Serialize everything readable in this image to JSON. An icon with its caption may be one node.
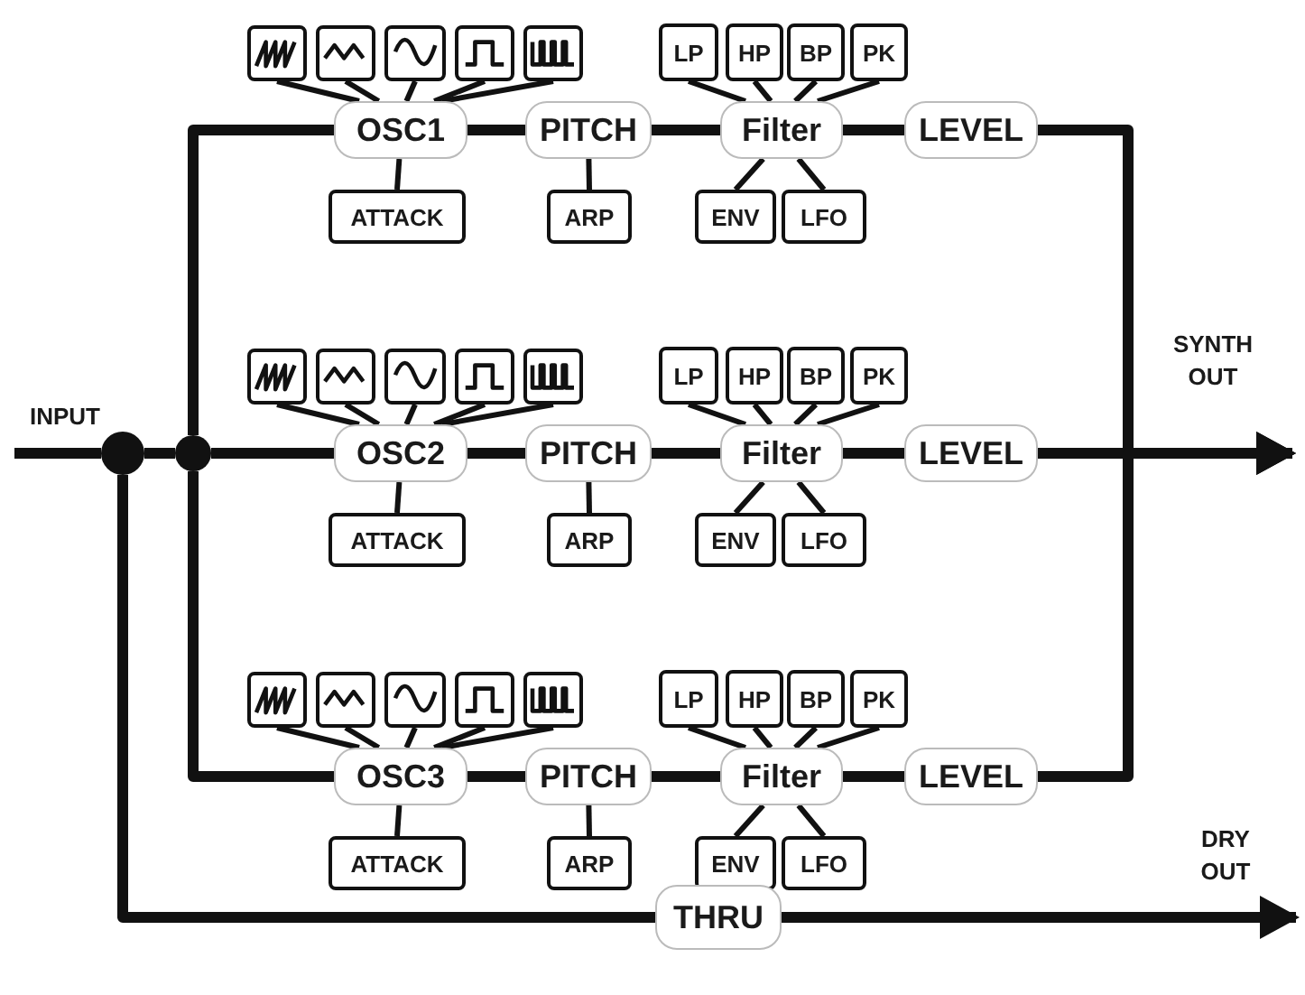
{
  "diagram": {
    "nodes": [
      {
        "text": [],
        "shape": "picture"
      },
      {
        "text": [],
        "shape": "picture"
      },
      {
        "text": [],
        "shape": "picture"
      },
      {
        "text": [],
        "shape": "picture"
      },
      {
        "text": [],
        "shape": "picture"
      },
      {
        "text": [
          "LP"
        ]
      },
      {
        "text": [
          "HP"
        ]
      },
      {
        "text": [
          "BP"
        ]
      },
      {
        "text": [
          "PK"
        ]
      },
      {
        "text": [
          "OSC1"
        ]
      },
      {
        "text": [
          "PITCH"
        ]
      },
      {
        "text": [
          "Filter"
        ]
      },
      {
        "text": [
          "LEVEL"
        ]
      },
      {
        "text": [
          "ATTACK"
        ]
      },
      {
        "text": [
          "ARP"
        ]
      },
      {
        "text": [
          "ENV"
        ]
      },
      {
        "text": [
          "LFO"
        ]
      },
      {
        "text": [],
        "shape": "picture"
      },
      {
        "text": [],
        "shape": "picture"
      },
      {
        "text": [],
        "shape": "picture"
      },
      {
        "text": [],
        "shape": "picture"
      },
      {
        "text": [],
        "shape": "picture"
      },
      {
        "text": [
          "LP"
        ]
      },
      {
        "text": [
          "HP"
        ]
      },
      {
        "text": [
          "BP"
        ]
      },
      {
        "text": [
          "PK"
        ]
      },
      {
        "text": [
          "OSC2"
        ]
      },
      {
        "text": [
          "PITCH"
        ]
      },
      {
        "text": [
          "Filter"
        ]
      },
      {
        "text": [
          "LEVEL"
        ]
      },
      {
        "text": [
          "ATTACK"
        ]
      },
      {
        "text": [
          "ARP"
        ]
      },
      {
        "text": [
          "ENV"
        ]
      },
      {
        "text": [
          "LFO"
        ]
      },
      {
        "text": [],
        "shape": "picture"
      },
      {
        "text": [],
        "shape": "picture"
      },
      {
        "text": [],
        "shape": "picture"
      },
      {
        "text": [],
        "shape": "picture"
      },
      {
        "text": [],
        "shape": "picture"
      },
      {
        "text": [
          "LP"
        ]
      },
      {
        "text": [
          "HP"
        ]
      },
      {
        "text": [
          "BP"
        ]
      },
      {
        "text": [
          "PK"
        ]
      },
      {
        "text": [
          "OSC3"
        ]
      },
      {
        "text": [
          "PITCH"
        ]
      },
      {
        "text": [
          "Filter"
        ]
      },
      {
        "text": [
          "LEVEL"
        ]
      },
      {
        "text": [
          "ATTACK"
        ]
      },
      {
        "text": [
          "ARP"
        ]
      },
      {
        "text": [
          "ENV"
        ]
      },
      {
        "text": [
          "LFO"
        ]
      },
      {
        "text": [],
        "shape": "circle"
      },
      {
        "text": [],
        "shape": "circle"
      },
      {
        "text": [
          "THRU"
        ]
      }
    ],
    "edges": [
      {
        "from": 9,
        "to": 10,
        "arrow": "none",
        "style": "thick"
      },
      {
        "from": 10,
        "to": 11,
        "arrow": "none",
        "style": "thick"
      },
      {
        "from": 11,
        "to": 12,
        "arrow": "none",
        "style": "thick"
      },
      {
        "from": 12,
        "to": null,
        "arrow": "to",
        "style": "thick"
      },
      {
        "from": 0,
        "to": 9,
        "arrow": "none"
      },
      {
        "from": 1,
        "to": 9,
        "arrow": "none"
      },
      {
        "from": 2,
        "to": 9,
        "arrow": "none"
      },
      {
        "from": 3,
        "to": 9,
        "arrow": "none"
      },
      {
        "from": 4,
        "to": 9,
        "arrow": "none"
      },
      {
        "from": 13,
        "to": 9,
        "arrow": "none"
      },
      {
        "from": 14,
        "to": 10,
        "arrow": "none"
      },
      {
        "from": 5,
        "to": 11,
        "arrow": "none"
      },
      {
        "from": 6,
        "to": 11,
        "arrow": "none"
      },
      {
        "from": 7,
        "to": 11,
        "arrow": "none"
      },
      {
        "from": 8,
        "to": 11,
        "arrow": "none"
      },
      {
        "from": 15,
        "to": 11,
        "arrow": "none"
      },
      {
        "from": 16,
        "to": 11,
        "arrow": "none"
      },
      {
        "from": 26,
        "to": 27,
        "arrow": "none",
        "style": "thick"
      },
      {
        "from": 27,
        "to": 28,
        "arrow": "none",
        "style": "thick"
      },
      {
        "from": 28,
        "to": 29,
        "arrow": "none",
        "style": "thick"
      },
      {
        "from": 29,
        "to": null,
        "arrow": "to",
        "style": "thick"
      },
      {
        "from": 17,
        "to": 26,
        "arrow": "none"
      },
      {
        "from": 18,
        "to": 26,
        "arrow": "none"
      },
      {
        "from": 19,
        "to": 26,
        "arrow": "none"
      },
      {
        "from": 20,
        "to": 26,
        "arrow": "none"
      },
      {
        "from": 21,
        "to": 26,
        "arrow": "none"
      },
      {
        "from": 30,
        "to": 26,
        "arrow": "none"
      },
      {
        "from": 31,
        "to": 27,
        "arrow": "none"
      },
      {
        "from": 22,
        "to": 28,
        "arrow": "none"
      },
      {
        "from": 23,
        "to": 28,
        "arrow": "none"
      },
      {
        "from": 24,
        "to": 28,
        "arrow": "none"
      },
      {
        "from": 25,
        "to": 28,
        "arrow": "none"
      },
      {
        "from": 32,
        "to": 28,
        "arrow": "none"
      },
      {
        "from": 33,
        "to": 28,
        "arrow": "none"
      },
      {
        "from": 43,
        "to": 44,
        "arrow": "none",
        "style": "thick"
      },
      {
        "from": 44,
        "to": 45,
        "arrow": "none",
        "style": "thick"
      },
      {
        "from": 45,
        "to": 46,
        "arrow": "none",
        "style": "thick"
      },
      {
        "from": 46,
        "to": null,
        "arrow": "to",
        "style": "thick"
      },
      {
        "from": 34,
        "to": 43,
        "arrow": "none"
      },
      {
        "from": 35,
        "to": 43,
        "arrow": "none"
      },
      {
        "from": 36,
        "to": 43,
        "arrow": "none"
      },
      {
        "from": 37,
        "to": 43,
        "arrow": "none"
      },
      {
        "from": 38,
        "to": 43,
        "arrow": "none"
      },
      {
        "from": 47,
        "to": 43,
        "arrow": "none"
      },
      {
        "from": 48,
        "to": 44,
        "arrow": "none"
      },
      {
        "from": 39,
        "to": 45,
        "arrow": "none"
      },
      {
        "from": 40,
        "to": 45,
        "arrow": "none"
      },
      {
        "from": 41,
        "to": 45,
        "arrow": "none"
      },
      {
        "from": 42,
        "to": 45,
        "arrow": "none"
      },
      {
        "from": 49,
        "to": 45,
        "arrow": "none"
      },
      {
        "from": 50,
        "to": 45,
        "arrow": "none"
      },
      {
        "from": null,
        "to": 51,
        "arrow": "none",
        "style": "thick"
      },
      {
        "from": 51,
        "to": 52,
        "arrow": "none",
        "style": "thick"
      },
      {
        "from": 52,
        "to": 9,
        "arrow": "none",
        "style": "thick"
      },
      {
        "from": 52,
        "to": 26,
        "arrow": "none",
        "style": "thick"
      },
      {
        "from": 52,
        "to": 43,
        "arrow": "none",
        "style": "thick"
      },
      {
        "from": 51,
        "to": 53,
        "arrow": "none",
        "style": "thick"
      },
      {
        "from": 53,
        "to": null,
        "arrow": "to",
        "style": "thick"
      }
    ],
    "labels": [
      "INPUT",
      "SYNTH OUT",
      "DRY OUT"
    ]
  }
}
